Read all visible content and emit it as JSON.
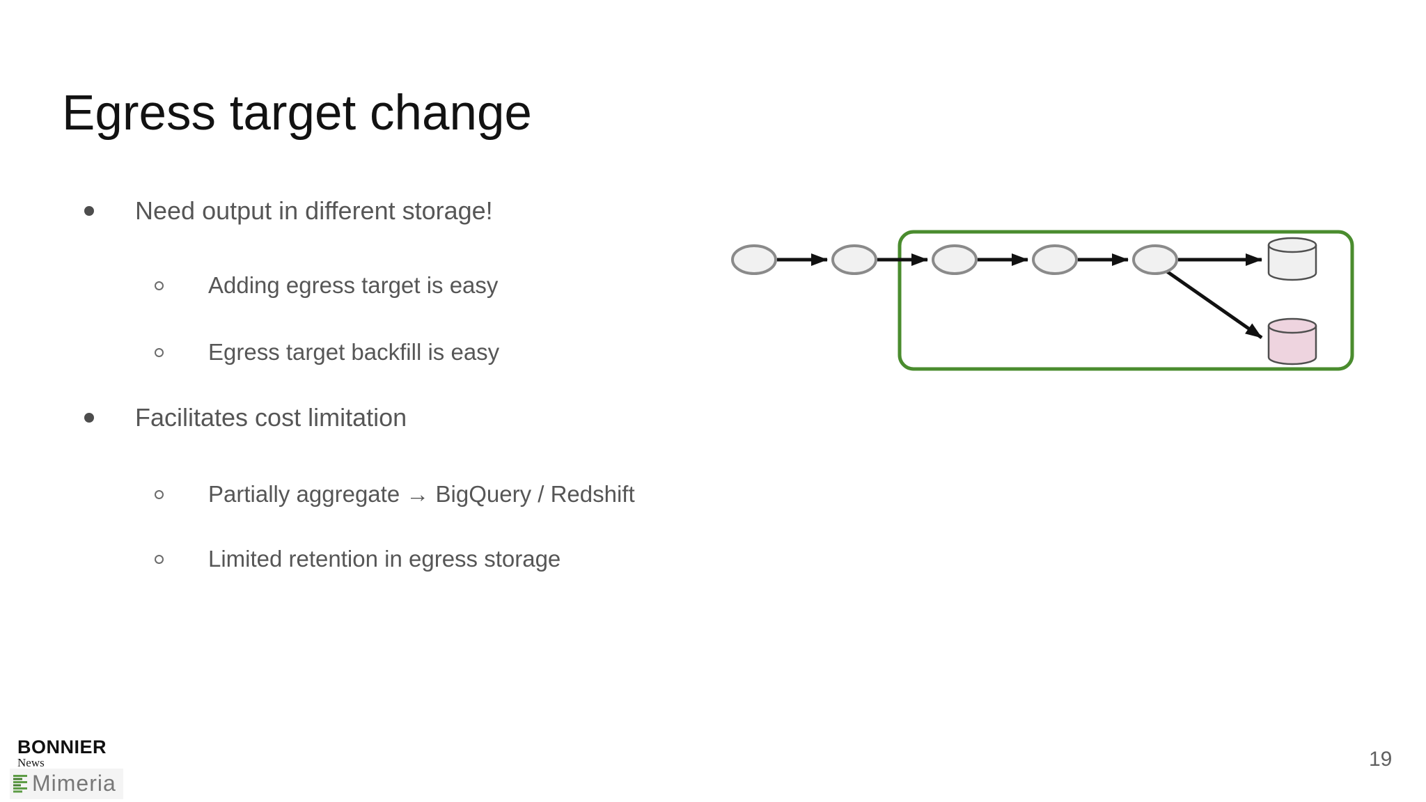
{
  "slide": {
    "title": "Egress target change",
    "page_number": "19",
    "background_color": "#ffffff",
    "title_color": "#121212",
    "body_text_color": "#565656"
  },
  "bullets": [
    {
      "level": 1,
      "text": "Need output in different storage!"
    },
    {
      "level": 2,
      "text": "Adding egress target is easy"
    },
    {
      "level": 2,
      "text": "Egress target backfill is easy"
    },
    {
      "level": 1,
      "text": "Facilitates cost limitation"
    },
    {
      "level": 2,
      "text": "Partially aggregate → BigQuery / Redshift"
    },
    {
      "level": 2,
      "text": "Limited retention in egress storage"
    }
  ],
  "diagram": {
    "type": "pipeline-flow",
    "node_count": 5,
    "storage_cylinder_count": 2,
    "highlight_box_encloses": "last 3 nodes and both storage cylinders",
    "colors": {
      "node_fill": "#f1f1f1",
      "node_stroke": "#8a8a8a",
      "arrow": "#111111",
      "highlight_border": "#4a8c2e",
      "storage_gray_fill": "#f0f0f0",
      "storage_pink_fill": "#eed4df",
      "storage_stroke": "#4f4f4f"
    }
  },
  "footer": {
    "brand_primary": "BONNIER",
    "brand_secondary": "News",
    "brand_tertiary": "Mimeria",
    "mimeria_icon_color": "#5d9c45"
  }
}
